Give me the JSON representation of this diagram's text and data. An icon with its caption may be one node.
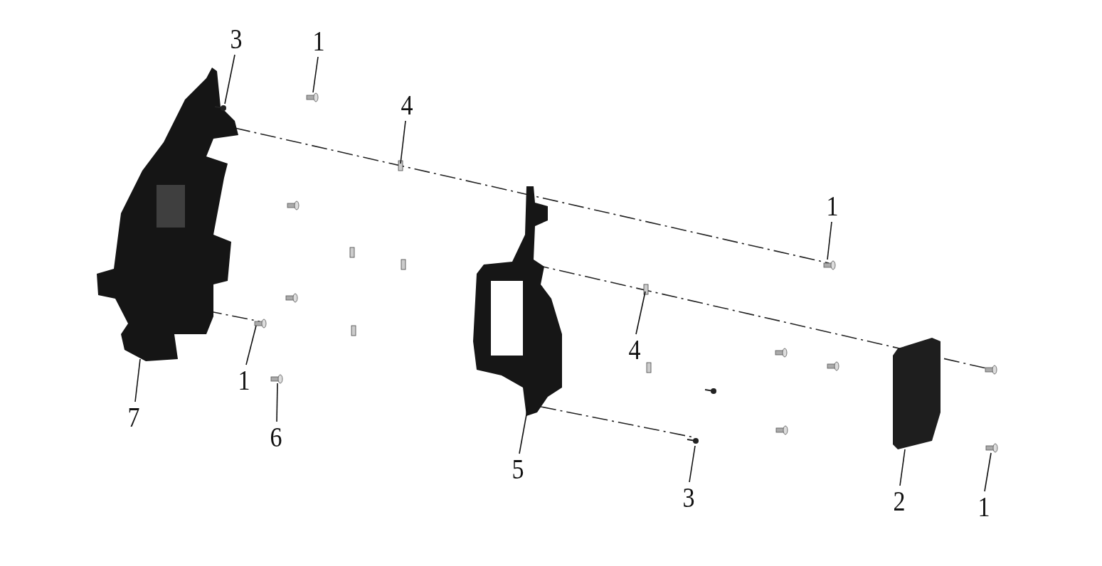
{
  "diagram": {
    "nodes": [
      {
        "text": [
          "3"
        ]
      },
      {
        "text": [
          "1"
        ]
      },
      {
        "text": [
          "4"
        ]
      },
      {
        "text": [
          "1"
        ]
      },
      {
        "text": [
          "4"
        ]
      },
      {
        "text": [
          "1"
        ]
      },
      {
        "text": [
          "7"
        ]
      },
      {
        "text": [
          "6"
        ]
      },
      {
        "text": [
          "5"
        ]
      },
      {
        "text": [
          "3"
        ]
      },
      {
        "text": [
          "2"
        ]
      },
      {
        "text": [
          "1"
        ]
      },
      {
        "text": [],
        "shape": "picture"
      }
    ],
    "edges": [
      {
        "from": 0,
        "to": null,
        "arrow": "none"
      },
      {
        "from": 1,
        "to": null,
        "arrow": "none"
      },
      {
        "from": 2,
        "to": null,
        "arrow": "none"
      },
      {
        "from": 3,
        "to": null,
        "arrow": "none"
      },
      {
        "from": 4,
        "to": null,
        "arrow": "none"
      },
      {
        "from": 5,
        "to": null,
        "arrow": "none"
      },
      {
        "from": 6,
        "to": null,
        "arrow": "none"
      },
      {
        "from": 7,
        "to": 12,
        "arrow": "none"
      },
      {
        "from": 8,
        "to": null,
        "arrow": "none"
      },
      {
        "from": 9,
        "to": null,
        "arrow": "none"
      },
      {
        "from": 10,
        "to": null,
        "arrow": "none"
      },
      {
        "from": 11,
        "to": null,
        "arrow": "none"
      }
    ]
  }
}
